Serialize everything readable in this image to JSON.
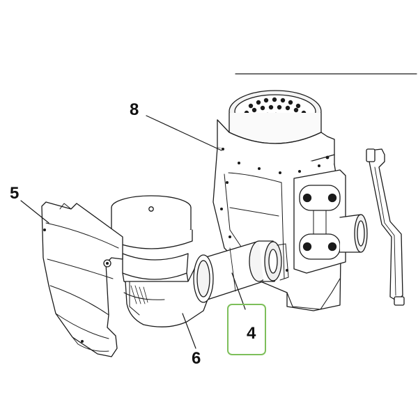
{
  "diagram": {
    "callouts": [
      {
        "id": "8",
        "label": "8"
      },
      {
        "id": "5",
        "label": "5"
      },
      {
        "id": "6",
        "label": "6"
      },
      {
        "id": "4",
        "label": "4"
      }
    ],
    "highlighted_callout": "4",
    "colors": {
      "highlight": "#7dbf5a",
      "lines": "#1a1a1a"
    }
  }
}
